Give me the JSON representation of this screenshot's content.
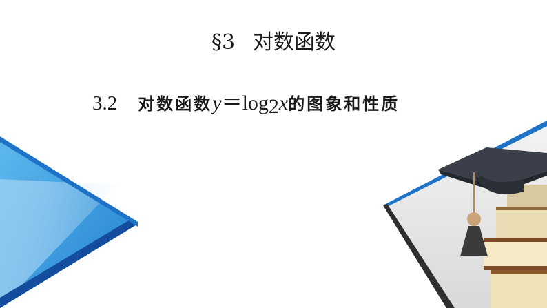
{
  "section": {
    "number": "§3",
    "title": "对数函数"
  },
  "lesson": {
    "number": "3.2",
    "title_prefix": "对数函数",
    "y_var": "y",
    "equals": "＝",
    "log": "log",
    "base": "2",
    "x_var": "x",
    "title_suffix": "的图象和性质"
  },
  "colors": {
    "accent_blue": "#1e73c8",
    "light_blue": "#4aa8e6",
    "deep_blue": "#154d9e",
    "dark_gray": "#2e2e2e"
  },
  "decoration": {
    "left": "blue-triangle-graphic",
    "right": "graduation-cap-and-books-icon"
  }
}
